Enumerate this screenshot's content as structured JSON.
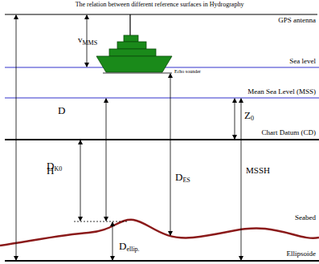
{
  "diagram": {
    "title": "The relation between different reference surfaces in Hydrography",
    "labels": [
      "GPS antenna",
      "Sea level",
      "Echo sounder",
      "Mean Sea Level (MSS)",
      "Chart Datum (CD)",
      "Seabed",
      "Ellipsoide",
      "v",
      "D",
      "MMS",
      "Z",
      "0",
      "H",
      "D",
      "ES",
      "MSSH",
      "D",
      "K0",
      "D",
      "ellip."
    ]
  }
}
